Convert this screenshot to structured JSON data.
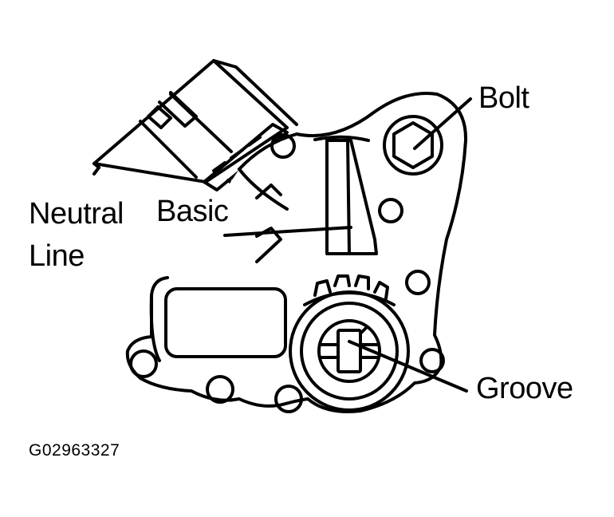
{
  "labels": {
    "bolt": "Bolt",
    "basic": "Basic",
    "neutral_line_1": "Neutral",
    "neutral_line_2": "Line",
    "groove": "Groove"
  },
  "figure_code": "G02963327",
  "colors": {
    "ink": "#000000",
    "paper": "#ffffff"
  }
}
